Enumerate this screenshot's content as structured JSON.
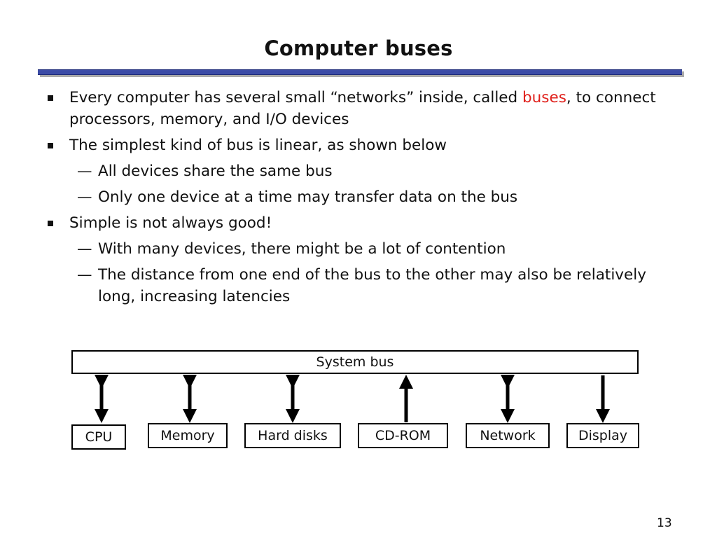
{
  "slide": {
    "title": "Computer buses",
    "page_number": "13"
  },
  "bullets": {
    "b1_before": "Every computer has several small “networks” inside, called ",
    "b1_highlight": "buses",
    "b1_after": ", to connect processors, memory, and I/O devices",
    "b2": "The simplest kind of bus is linear, as shown below",
    "b2_sub1": "All devices share the same bus",
    "b2_sub2": "Only one device at a time may transfer data on the bus",
    "b3": "Simple is not always good!",
    "b3_sub1": "With many devices, there might be a lot of contention",
    "b3_sub2": "The distance from one end of the bus to the other may also be relatively long, increasing latencies",
    "dash": "—"
  },
  "diagram": {
    "bus_label": "System bus",
    "devices": [
      {
        "label": "CPU",
        "arrow": "both"
      },
      {
        "label": "Memory",
        "arrow": "both"
      },
      {
        "label": "Hard disks",
        "arrow": "both"
      },
      {
        "label": "CD-ROM",
        "arrow": "up"
      },
      {
        "label": "Network",
        "arrow": "both"
      },
      {
        "label": "Display",
        "arrow": "down"
      }
    ]
  },
  "colors": {
    "highlight": "#e0201b",
    "title_rule": "#3b4ba6"
  }
}
